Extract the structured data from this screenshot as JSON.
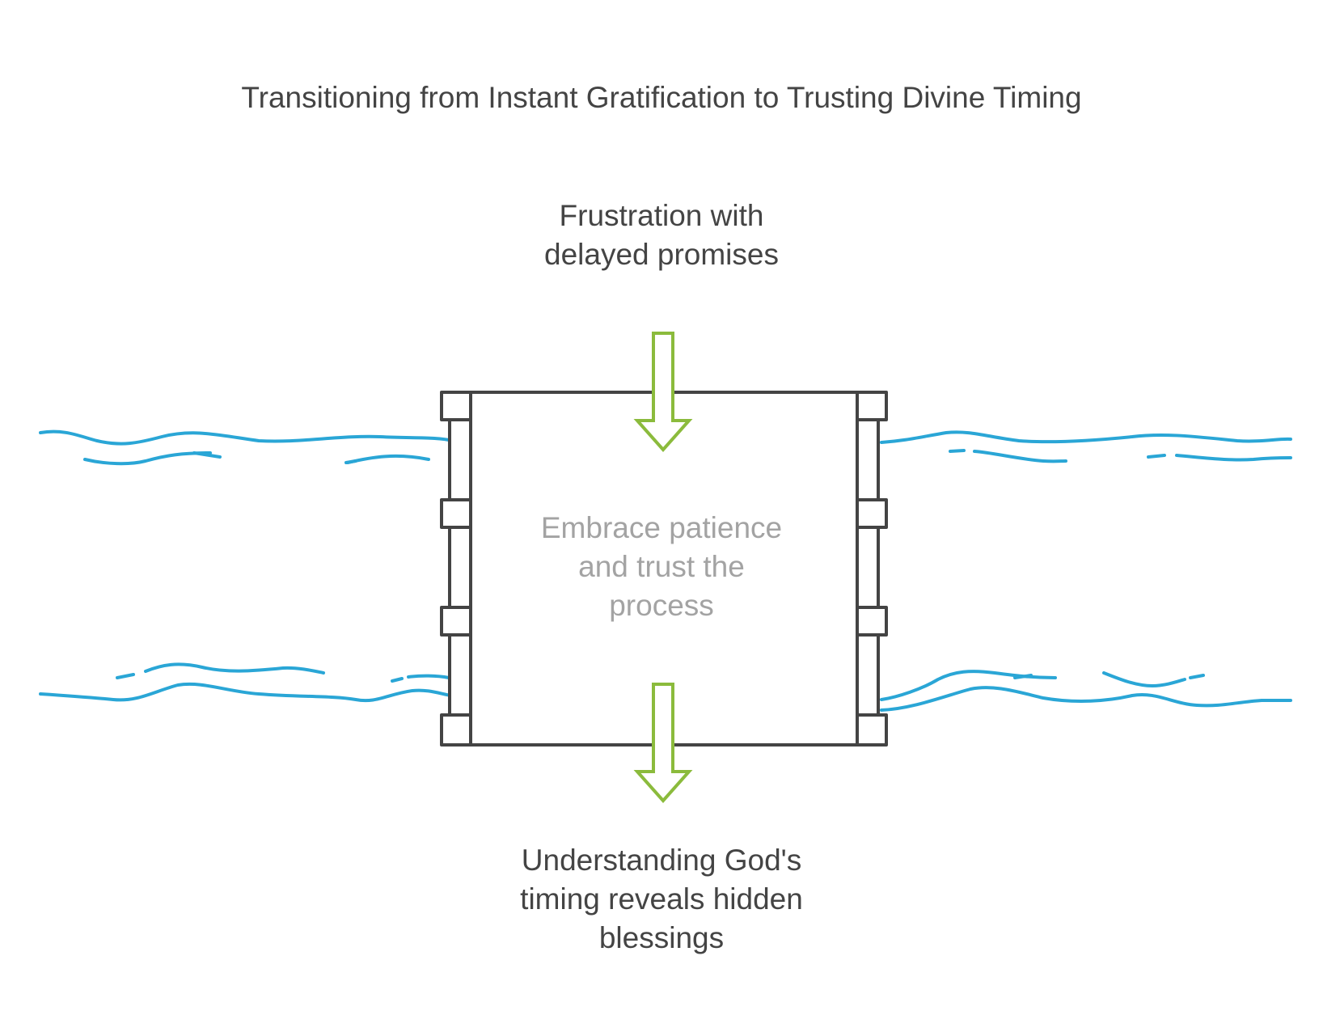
{
  "diagram": {
    "title": "Transitioning from Instant Gratification to Trusting Divine Timing",
    "top_text": [
      "Frustration with",
      "delayed promises"
    ],
    "center_text": [
      "Embrace patience",
      "and trust the",
      "process"
    ],
    "bottom_text": [
      "Understanding God's",
      "timing reveals hidden",
      "blessings"
    ]
  },
  "colors": {
    "water": "#2aa6d6",
    "arrow": "#8bbb3c",
    "frame": "#444444",
    "text": "#444444",
    "center_text": "#a3a3a3"
  }
}
